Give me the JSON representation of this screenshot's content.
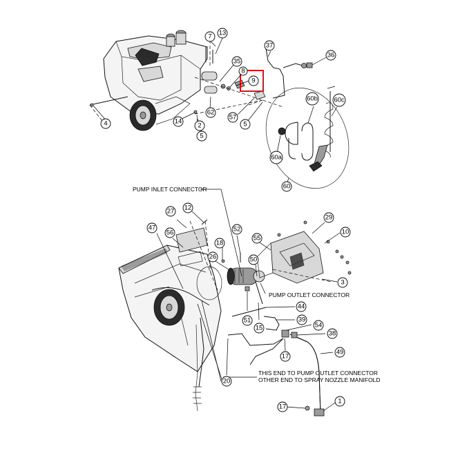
{
  "balloons": {
    "b7": "7",
    "b13": "13",
    "b37": "37",
    "b36": "36",
    "b35": "35",
    "b8": "8",
    "b9": "9",
    "b4": "4",
    "b62": "62",
    "b57": "57",
    "b5a": "5",
    "b5b": "5",
    "b14": "14",
    "b2": "2",
    "b60b": "60b",
    "b60c": "60c",
    "b60a": "60a",
    "b60": "60",
    "b27": "27",
    "b12": "12",
    "b47": "47",
    "b56": "56",
    "b52": "52",
    "b29": "29",
    "b10": "10",
    "b18": "18",
    "b55": "55",
    "b26": "26",
    "b50": "50",
    "b3": "3",
    "b51": "51",
    "b15": "15",
    "b44": "44",
    "b39": "39",
    "b54": "54",
    "b38": "38",
    "b17a": "17",
    "b49": "49",
    "b20": "20",
    "b17b": "17",
    "b1": "1"
  },
  "callouts": {
    "pump_inlet": "PUMP INLET CONNECTOR",
    "pump_outlet": "PUMP OUTLET CONNECTOR",
    "hose_note_line1": "THIS END TO PUMP OUTLET CONNECTOR",
    "hose_note_line2": "OTHER END TO SPRAY NOZZLE MANIFOLD"
  },
  "highlight_color": "#e01010"
}
